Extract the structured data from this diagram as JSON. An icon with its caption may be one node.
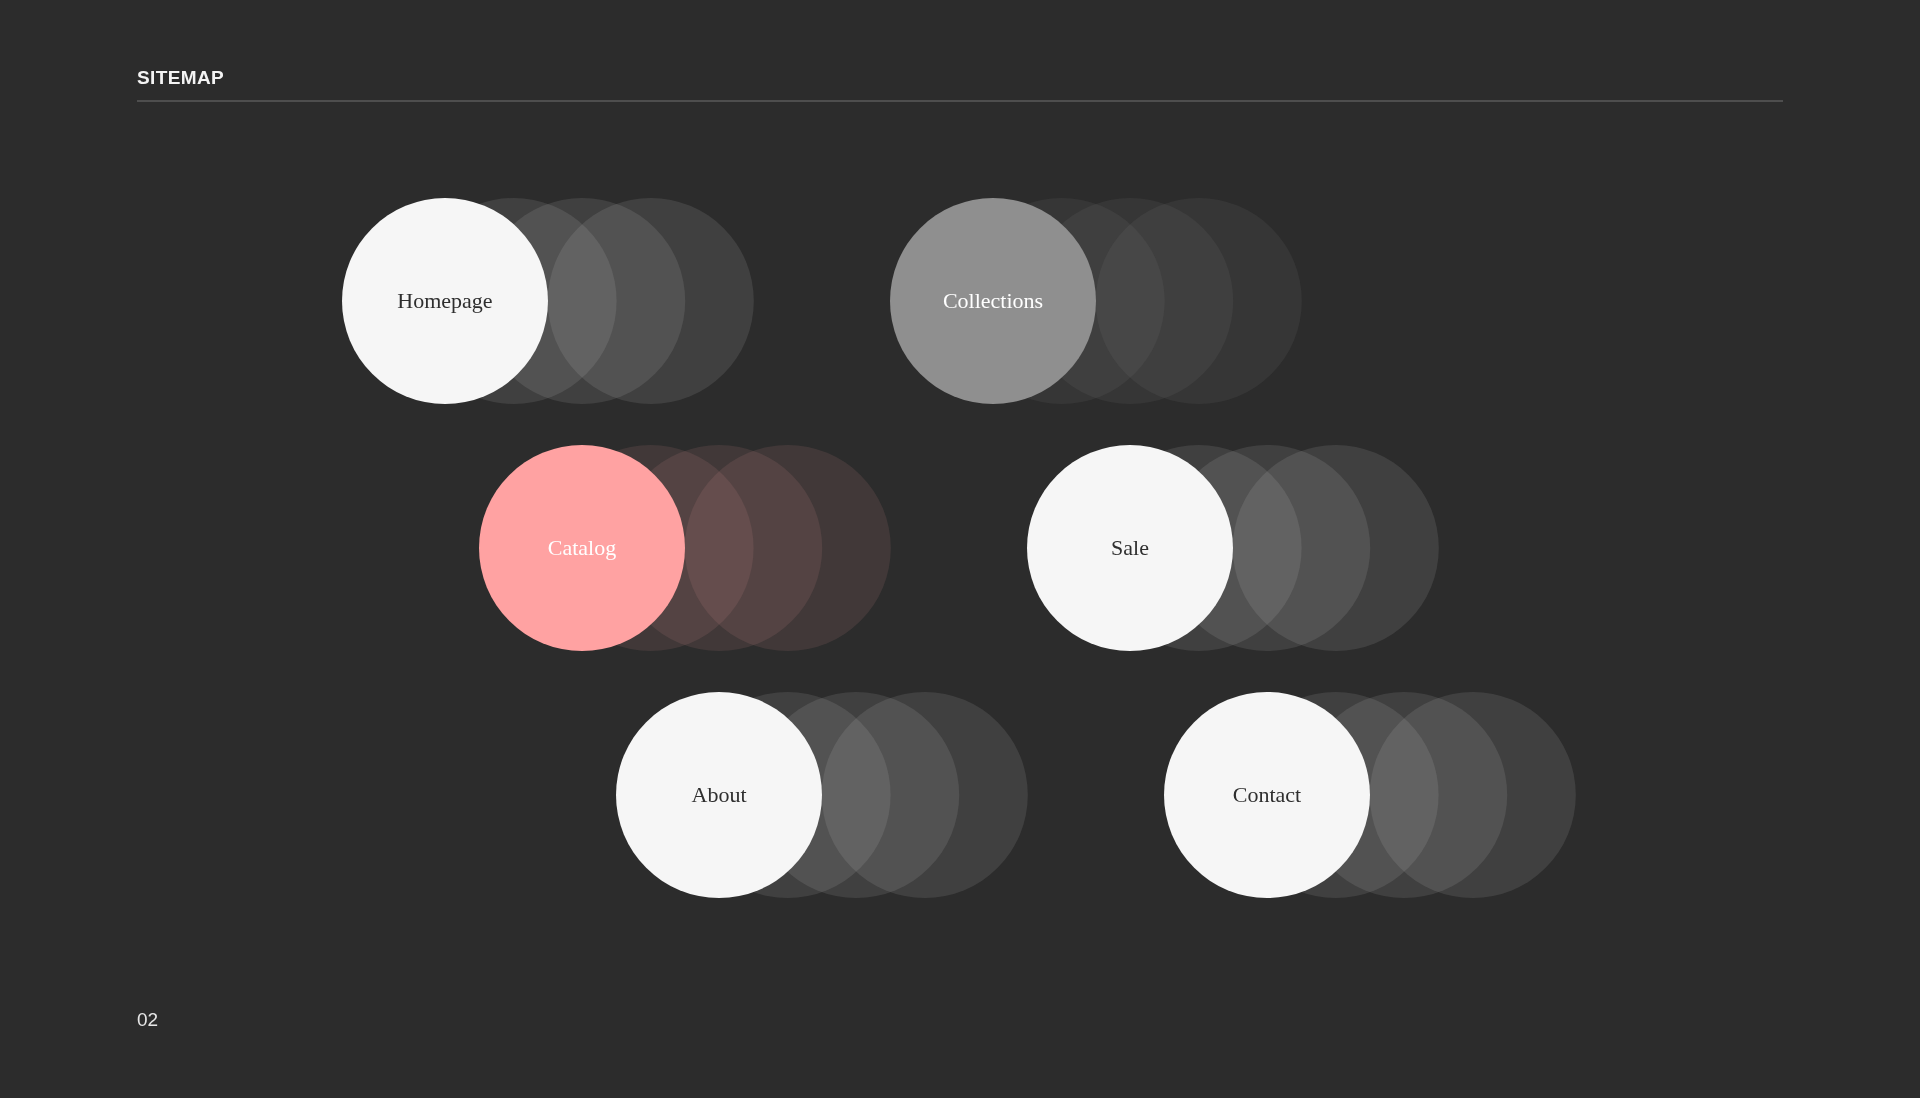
{
  "diagram": {
    "title": "SITEMAP",
    "nodes": [
      {
        "text": [
          "Homepage"
        ]
      },
      {
        "text": [
          "Collections"
        ]
      },
      {
        "text": [
          "Catalog"
        ]
      },
      {
        "text": [
          "Sale"
        ]
      },
      {
        "text": [
          "About"
        ]
      },
      {
        "text": [
          "Contact"
        ]
      }
    ],
    "labels": [
      "02"
    ]
  }
}
